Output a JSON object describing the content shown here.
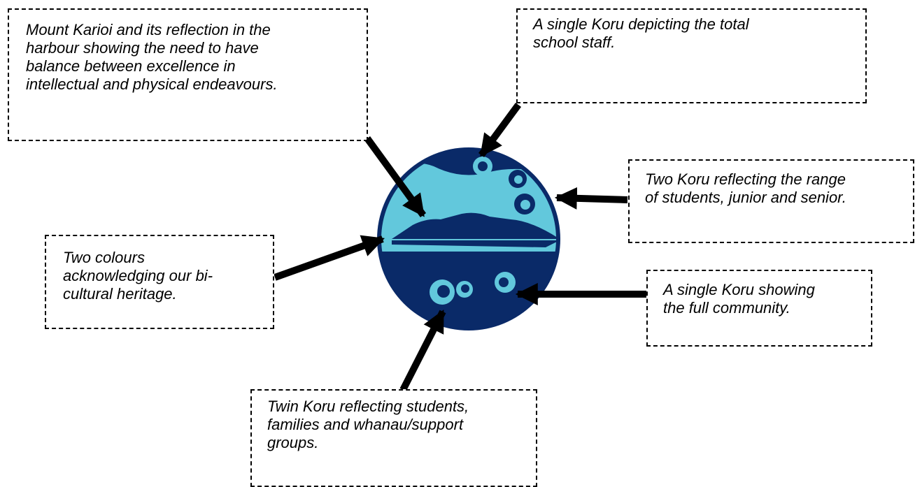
{
  "colors": {
    "dark_blue": "#0a2a68",
    "light_blue": "#62c8dc",
    "arrow": "#000000",
    "border": "#000000"
  },
  "callouts": {
    "mountain": "Mount Karioi and its reflection in the\nharbour showing the need to have\nbalance between excellence in\nintellectual and physical endeavours.",
    "staff": "A single Koru depicting the total\nschool staff.",
    "range": "Two Koru reflecting the range\nof students, junior and senior.",
    "colours": "Two colours\nacknowledging our bi-\ncultural heritage.",
    "community": "A single Koru showing\nthe full community.",
    "twin": "Twin Koru reflecting students,\nfamilies and whanau/support\ngroups."
  },
  "logo": {
    "name": "school-logo",
    "elements": [
      "outer-ring",
      "mountain",
      "reflection",
      "koru-staff",
      "koru-range",
      "koru-twin",
      "koru-community"
    ]
  }
}
